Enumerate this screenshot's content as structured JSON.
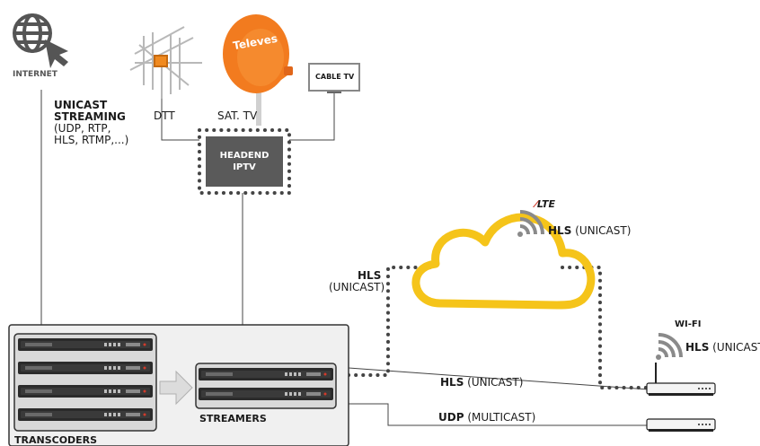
{
  "internet": {
    "label": "INTERNET"
  },
  "unicast_streaming": {
    "title_line1": "UNICAST",
    "title_line2": "STREAMING",
    "protocols_line1": "(UDP, RTP,",
    "protocols_line2": "HLS, RTMP,...)"
  },
  "sources": {
    "dtt_label": "DTT",
    "sat_label": "SAT. TV",
    "dish_brand": "Televes",
    "cable_label": "CABLE TV"
  },
  "headend": {
    "line1": "HEADEND",
    "line2": "IPTV"
  },
  "lte": {
    "logo": "LTE",
    "protocol": "HLS",
    "mode": "(UNICAST)"
  },
  "cloud_link": {
    "protocol": "HLS",
    "mode": "(UNICAST)"
  },
  "wifi": {
    "label": "WI-FI",
    "protocol": "HLS",
    "mode": "(UNICAST)"
  },
  "wired_hls": {
    "protocol": "HLS",
    "mode": "(UNICAST)"
  },
  "wired_udp": {
    "protocol": "UDP",
    "mode": "(MULTICAST)"
  },
  "rack": {
    "streamers_label": "STREAMERS",
    "transcoders_label": "TRANSCODERS"
  },
  "colors": {
    "cloud": "#f5c41a",
    "dish": "#f27b1f",
    "headend_box": "#5a5a5a",
    "rack_panel": "#f0f0f0",
    "server": "#2b2b2b",
    "wifi_signal": "#8a8a8a"
  },
  "icons": [
    "globe-icon",
    "cursor-icon",
    "antenna-icon",
    "satellite-dish-icon",
    "tv-icon",
    "wifi-signal-icon",
    "router-icon",
    "server-icon",
    "arrow-right-icon",
    "cloud-icon"
  ]
}
